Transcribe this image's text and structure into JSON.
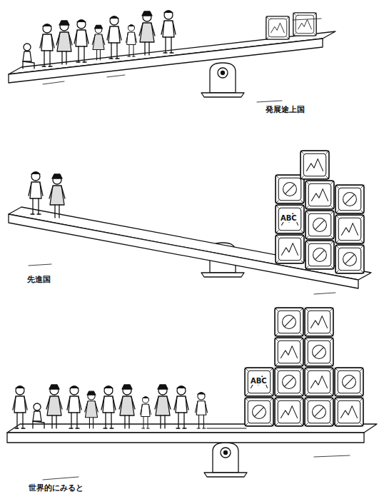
{
  "diagram": {
    "labels": [
      "発展途上国",
      "ABC",
      "先進国",
      "ABC",
      "世界的にみると"
    ]
  }
}
